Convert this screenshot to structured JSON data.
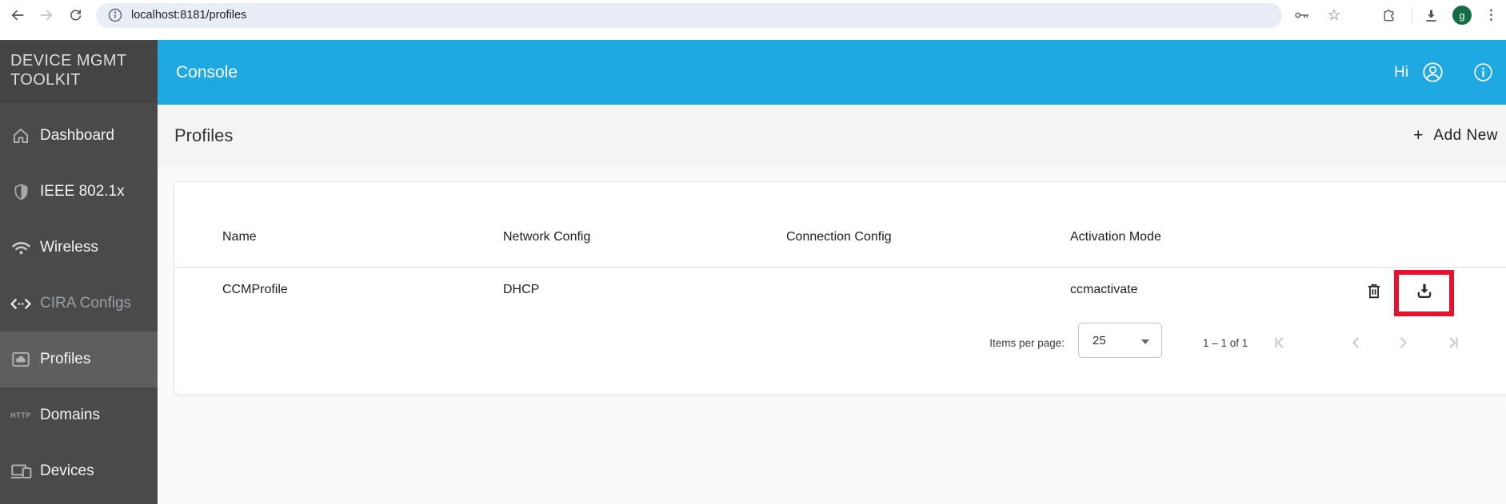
{
  "browser": {
    "url": "localhost:8181/profiles",
    "avatar_letter": "g"
  },
  "appbar": {
    "title": "Console",
    "greeting": "Hi"
  },
  "sidebar": {
    "brand_line1": "DEVICE MGMT",
    "brand_line2": "TOOLKIT",
    "items": [
      {
        "label": "Dashboard",
        "icon": "home-icon",
        "state": "normal"
      },
      {
        "label": "IEEE 802.1x",
        "icon": "shield-icon",
        "state": "normal"
      },
      {
        "label": "Wireless",
        "icon": "wifi-icon",
        "state": "normal"
      },
      {
        "label": "CIRA Configs",
        "icon": "code-icon",
        "state": "dimmed"
      },
      {
        "label": "Profiles",
        "icon": "cloud-box-icon",
        "state": "active"
      },
      {
        "label": "Domains",
        "icon": "http-icon",
        "state": "normal",
        "icon_text": "HTTP"
      },
      {
        "label": "Devices",
        "icon": "devices-icon",
        "state": "normal"
      }
    ]
  },
  "toolbar": {
    "page_title": "Profiles",
    "add_new_plus": "+",
    "add_new_label": "Add New"
  },
  "table": {
    "columns": [
      "Name",
      "Network Config",
      "Connection Config",
      "Activation Mode"
    ],
    "rows": [
      {
        "name": "CCMProfile",
        "network_config": "DHCP",
        "connection_config": "",
        "activation_mode": "ccmactivate"
      }
    ]
  },
  "paginator": {
    "items_per_page_label": "Items per page:",
    "page_size": "25",
    "range_label": "1 – 1 of 1"
  },
  "colors": {
    "accent_blue": "#1fa9e3",
    "highlight_red": "#e8112d",
    "sidebar_gray": "#4a4a4a",
    "avatar_green": "#136c43"
  }
}
